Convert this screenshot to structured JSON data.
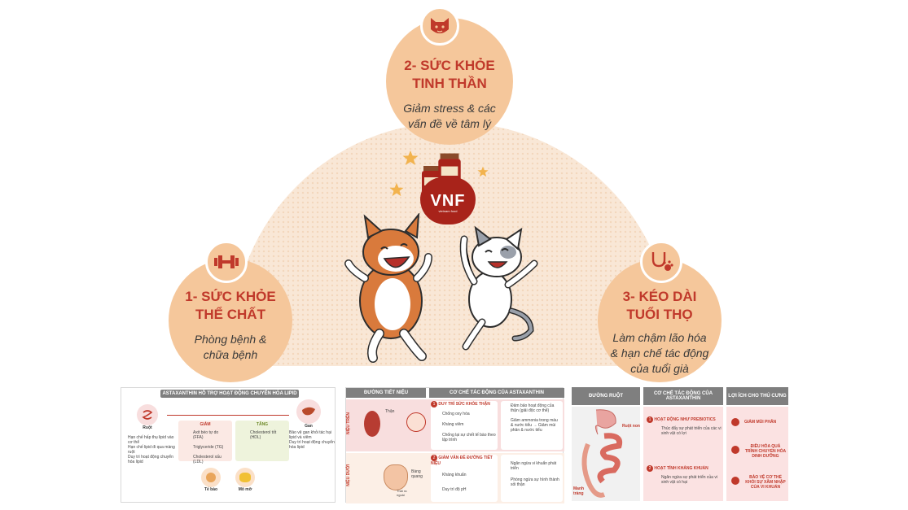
{
  "center": {
    "logo": "VNF",
    "logo_sub": "vietnam food"
  },
  "circles": [
    {
      "title_l1": "2- SỨC KHỎE",
      "title_l2": "TINH THẦN",
      "sub_l1": "Giảm stress & các",
      "sub_l2": "vấn đề về tâm lý",
      "icon": "cat-face-icon"
    },
    {
      "title_l1": "1- SỨC KHỎE",
      "title_l2": "THỂ CHẤT",
      "sub_l1": "Phòng bệnh &",
      "sub_l2": "chữa bệnh",
      "icon": "dumbbell-icon"
    },
    {
      "title_l1": "3- KÉO DÀI",
      "title_l2": "TUỔI THỌ",
      "sub_l1": "Làm chậm lão hóa",
      "sub_l2": "& hạn chế tác động",
      "sub_l3": "của tuổi già",
      "icon": "stethoscope-paw-icon"
    }
  ],
  "panel1": {
    "header": "ASTAXANTHIN HỖ TRỢ HOẠT ĐỘNG CHUYỂN HÓA LIPID",
    "ruot": "Ruột",
    "gan": "Gan",
    "giam": "GIẢM",
    "tang": "TĂNG",
    "giam_items": [
      "Axit béo tự do (FFA)",
      "Triglyceride (TG)",
      "Cholesterol xấu (LDL)"
    ],
    "tang_items": [
      "Cholesterol tốt (HDL)"
    ],
    "left_notes": [
      "Hạn chế hấp thụ lipid vào cơ thể",
      "Hạn chế lipid đi qua màng ruột",
      "Duy trì hoạt động chuyển hóa lipid"
    ],
    "right_notes": [
      "Bảo vệ gan khỏi tác hại lipid và viêm",
      "Duy trì hoạt động chuyển hóa lipid"
    ],
    "te_bao": "Tế bào",
    "mo_mo": "Mô mỡ"
  },
  "panel2": {
    "col1": "ĐƯỜNG TIẾT NIỆU",
    "col2": "CƠ CHẾ TÁC ĐỘNG CỦA ASTAXANTHIN",
    "row1_label": "NIỆU TRÊN",
    "row2_label": "NIỆU DƯỚI",
    "than": "Thận",
    "bang_quang": "Bàng quang",
    "than_ngan": "Thải ra ngoài",
    "sec1_title": "DUY TRÌ SỨC KHỎE THẬN",
    "sec1_items": [
      "Chống oxy hóa",
      "Kháng viêm",
      "Chống lại sự chết tế bào theo lập trình"
    ],
    "sec1_results": [
      "Đảm bảo hoạt động của thận (giải độc cơ thể)",
      "Giảm ammonia trong máu & nước tiểu → Giảm mùi phân & nước tiểu"
    ],
    "sec2_title": "GIẢM VẤN ĐỀ ĐƯỜNG TIẾT NIỆU",
    "sec2_items": [
      "Kháng khuẩn",
      "Duy trì độ pH"
    ],
    "sec2_results": [
      "Ngăn ngừa vi khuẩn phát triển",
      "Phòng ngừa sự hình thành sỏi thận"
    ]
  },
  "panel3": {
    "col1": "ĐƯỜNG RUỘT",
    "col2": "CƠ CHẾ TÁC ĐỘNG CỦA ASTAXANTHIN",
    "col3": "LỢI ÍCH CHO THÚ CƯNG",
    "ruot_non": "Ruột non",
    "manh_trang": "Manh tràng",
    "sec1_title": "HOẠT ĐỘNG NHƯ PREBIOTICS",
    "sec1_text": "Thúc đẩy sự phát triển của các vi sinh vật có lợi",
    "sec2_title": "HOẠT TÍNH KHÁNG KHUẨN",
    "sec2_text": "Ngăn ngừa sự phát triển của vi sinh vật có hại",
    "benefits": [
      "GIẢM MÙI PHÂN",
      "ĐIỀU HÒA QUÁ TRÌNH CHUYỂN HÓA DINH DƯỠNG",
      "BẢO VỆ CƠ THỂ KHỎI SỰ XÂM NHẬP CỦA VI KHUẨN"
    ]
  },
  "colors": {
    "accent": "#c0392b",
    "peach": "#f5c79b",
    "dome": "#f9e7d6"
  }
}
